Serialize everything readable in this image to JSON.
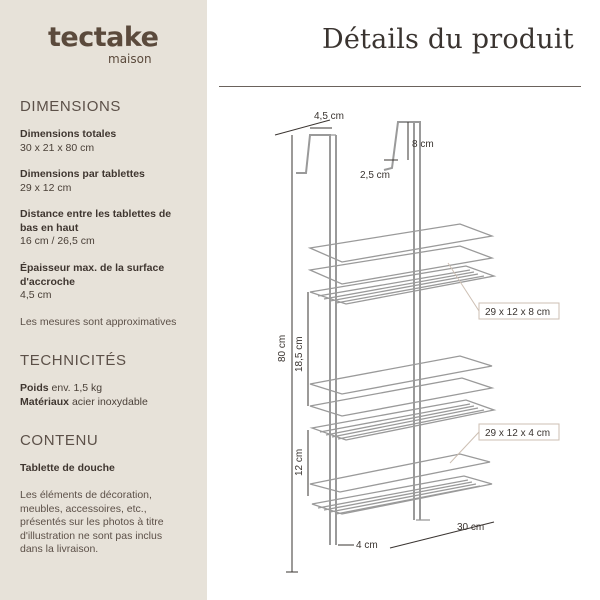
{
  "brand": {
    "name": "tectake",
    "sub": "maison"
  },
  "page_title": "Détails du produit",
  "dimensions": {
    "title": "DIMENSIONS",
    "items": [
      {
        "label": "Dimensions totales",
        "value": "30 x 21 x 80 cm"
      },
      {
        "label": "Dimensions par tablettes",
        "value": "29 x 12 cm"
      },
      {
        "label": "Distance entre les tablettes de bas en haut",
        "value": "16 cm / 26,5 cm"
      },
      {
        "label": "Épaisseur max. de la surface d'accroche",
        "value": "4,5 cm"
      }
    ],
    "note": "Les mesures sont approximatives"
  },
  "technicites": {
    "title": "TECHNICITÉS",
    "poids_label": "Poids",
    "poids_value": "env. 1,5 kg",
    "materiaux_label": "Matériaux",
    "materiaux_value": "acier inoxydable"
  },
  "contenu": {
    "title": "CONTENU",
    "item": "Tablette de douche",
    "note": "Les éléments de décoration, meubles, accessoires, etc., présentés sur les photos à titre d'illustration ne sont pas inclus dans la livraison."
  },
  "drawing_labels": {
    "hook_width": "4,5 cm",
    "hook_height": "8 cm",
    "hook_depth": "2,5 cm",
    "total_height": "80 cm",
    "shelf_gap_top": "18,5 cm",
    "shelf_gap_bottom": "12 cm",
    "width": "30 cm",
    "bottom_depth": "4 cm",
    "callout_top": "29 x 12 x 8 cm",
    "callout_bottom": "29 x 12 x 4 cm"
  },
  "colors": {
    "sidebar_bg": "#e7e2d9",
    "brand": "#5b4a3c",
    "callout_border": "#cdbfb3"
  }
}
